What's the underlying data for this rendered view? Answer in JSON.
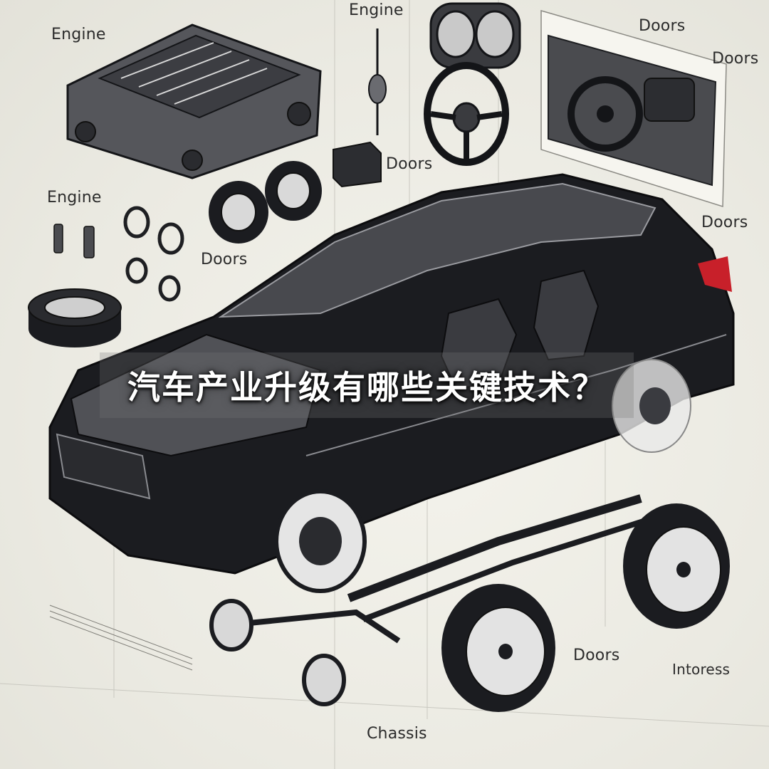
{
  "title": "汽车产业升级有哪些关键技术？",
  "labels": {
    "engine_1": "Engine",
    "engine_2": "Engine",
    "engine_3": "Engine",
    "doors_1": "Doors",
    "doors_2": "Doors",
    "doors_3": "Doors",
    "doors_4": "Doors",
    "doors_5": "Doors",
    "doors_6": "Doors",
    "interess": "Intoress",
    "chassis": "Chassis"
  },
  "colors": {
    "ink": "#1e1f22",
    "car_body": "#1b1c20",
    "tail_light": "#c8202a",
    "title_text": "#ffffff"
  }
}
